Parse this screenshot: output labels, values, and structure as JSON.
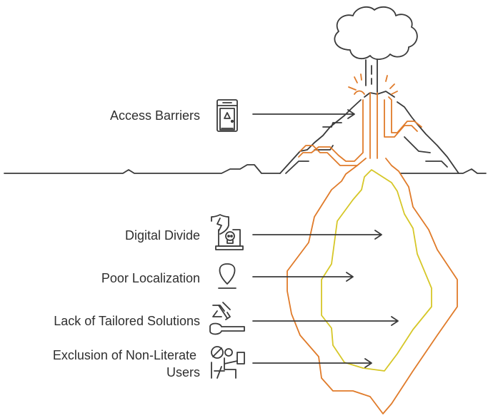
{
  "items": [
    {
      "label_lines": [
        "Access Barriers"
      ],
      "icon": "portable-toilet-icon"
    },
    {
      "label_lines": [
        "Digital Divide"
      ],
      "icon": "laptop-skull-shield-icon"
    },
    {
      "label_lines": [
        "Poor Localization"
      ],
      "icon": "location-pin-icon"
    },
    {
      "label_lines": [
        "Lack of Tailored Solutions"
      ],
      "icon": "broken-tools-icon"
    },
    {
      "label_lines": [
        "Exclusion of Non-Literate",
        "Users"
      ],
      "icon": "person-reading-prohibited-icon"
    }
  ],
  "colors": {
    "ink": "#3a3a3a",
    "magma_outer": "#e07b2a",
    "magma_inner": "#d6c728",
    "text": "#2f2f2f"
  }
}
